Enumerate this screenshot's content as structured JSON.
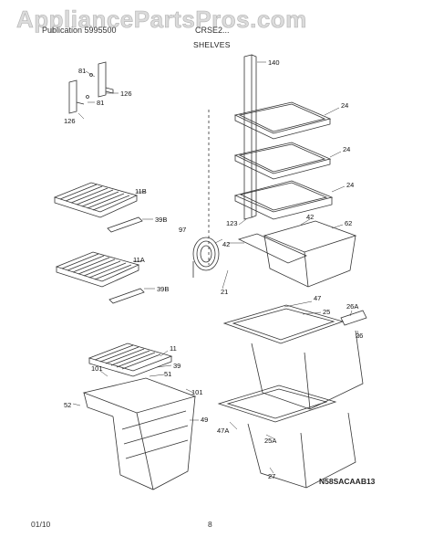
{
  "watermark": "AppliancePartsPros.com",
  "header": {
    "left": "Publication 5995500",
    "right": "CRSE2..."
  },
  "section_title": "SHELVES",
  "diagram_code": "N58SACAAB13",
  "footer": {
    "date": "01/10",
    "page": "8"
  },
  "callouts": {
    "c140": "140",
    "c81a": "81",
    "c126a": "126",
    "c81b": "81",
    "c126b": "126",
    "c24a": "24",
    "c24b": "24",
    "c24c": "24",
    "c11b": "11B",
    "c39b_a": "39B",
    "c97": "97",
    "c123": "123",
    "c42a": "42",
    "c42b": "42",
    "c62": "62",
    "c11a": "11A",
    "c39b_b": "39B",
    "c21": "21",
    "c47": "47",
    "c25": "25",
    "c26a": "26A",
    "c26": "26",
    "c11": "11",
    "c39": "39",
    "c101a": "101",
    "c51": "51",
    "c101b": "101",
    "c52": "52",
    "c49": "49",
    "c47a": "47A",
    "c25a": "25A",
    "c27": "27"
  }
}
